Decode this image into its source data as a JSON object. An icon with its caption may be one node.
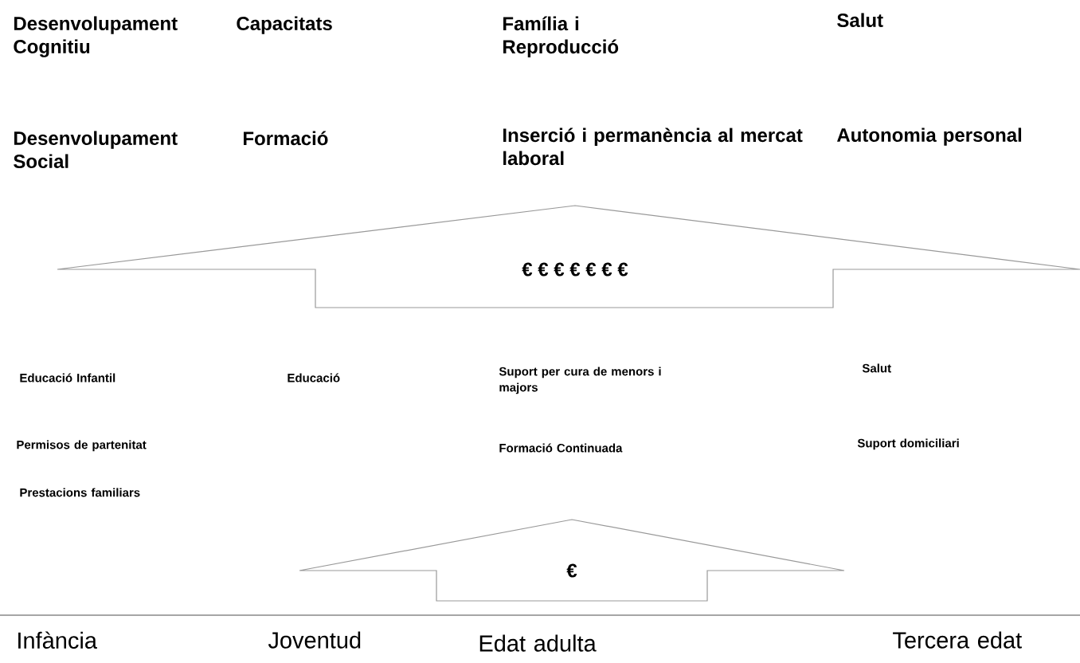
{
  "diagram": {
    "nodes": [
      {
        "text": [
          "€ € € € € € €"
        ]
      },
      {
        "text": [
          "€"
        ]
      }
    ],
    "labels": [
      "Desenvolupament Cognitiu",
      "Capacitats",
      "Família i Reproducció",
      "Salut",
      "Desenvolupament Social",
      "Formació",
      "Inserció i permanència al mercat laboral",
      "Autonomia personal",
      "Educació Infantil",
      "Educació",
      "Suport per cura de menors i majors",
      "Salut",
      "Permisos de partenitat",
      "Formació Continuada",
      "Suport domiciliari",
      "Prestacions familiars",
      "Infància",
      "Joventud",
      "Edat adulta",
      "Tercera edat"
    ]
  }
}
